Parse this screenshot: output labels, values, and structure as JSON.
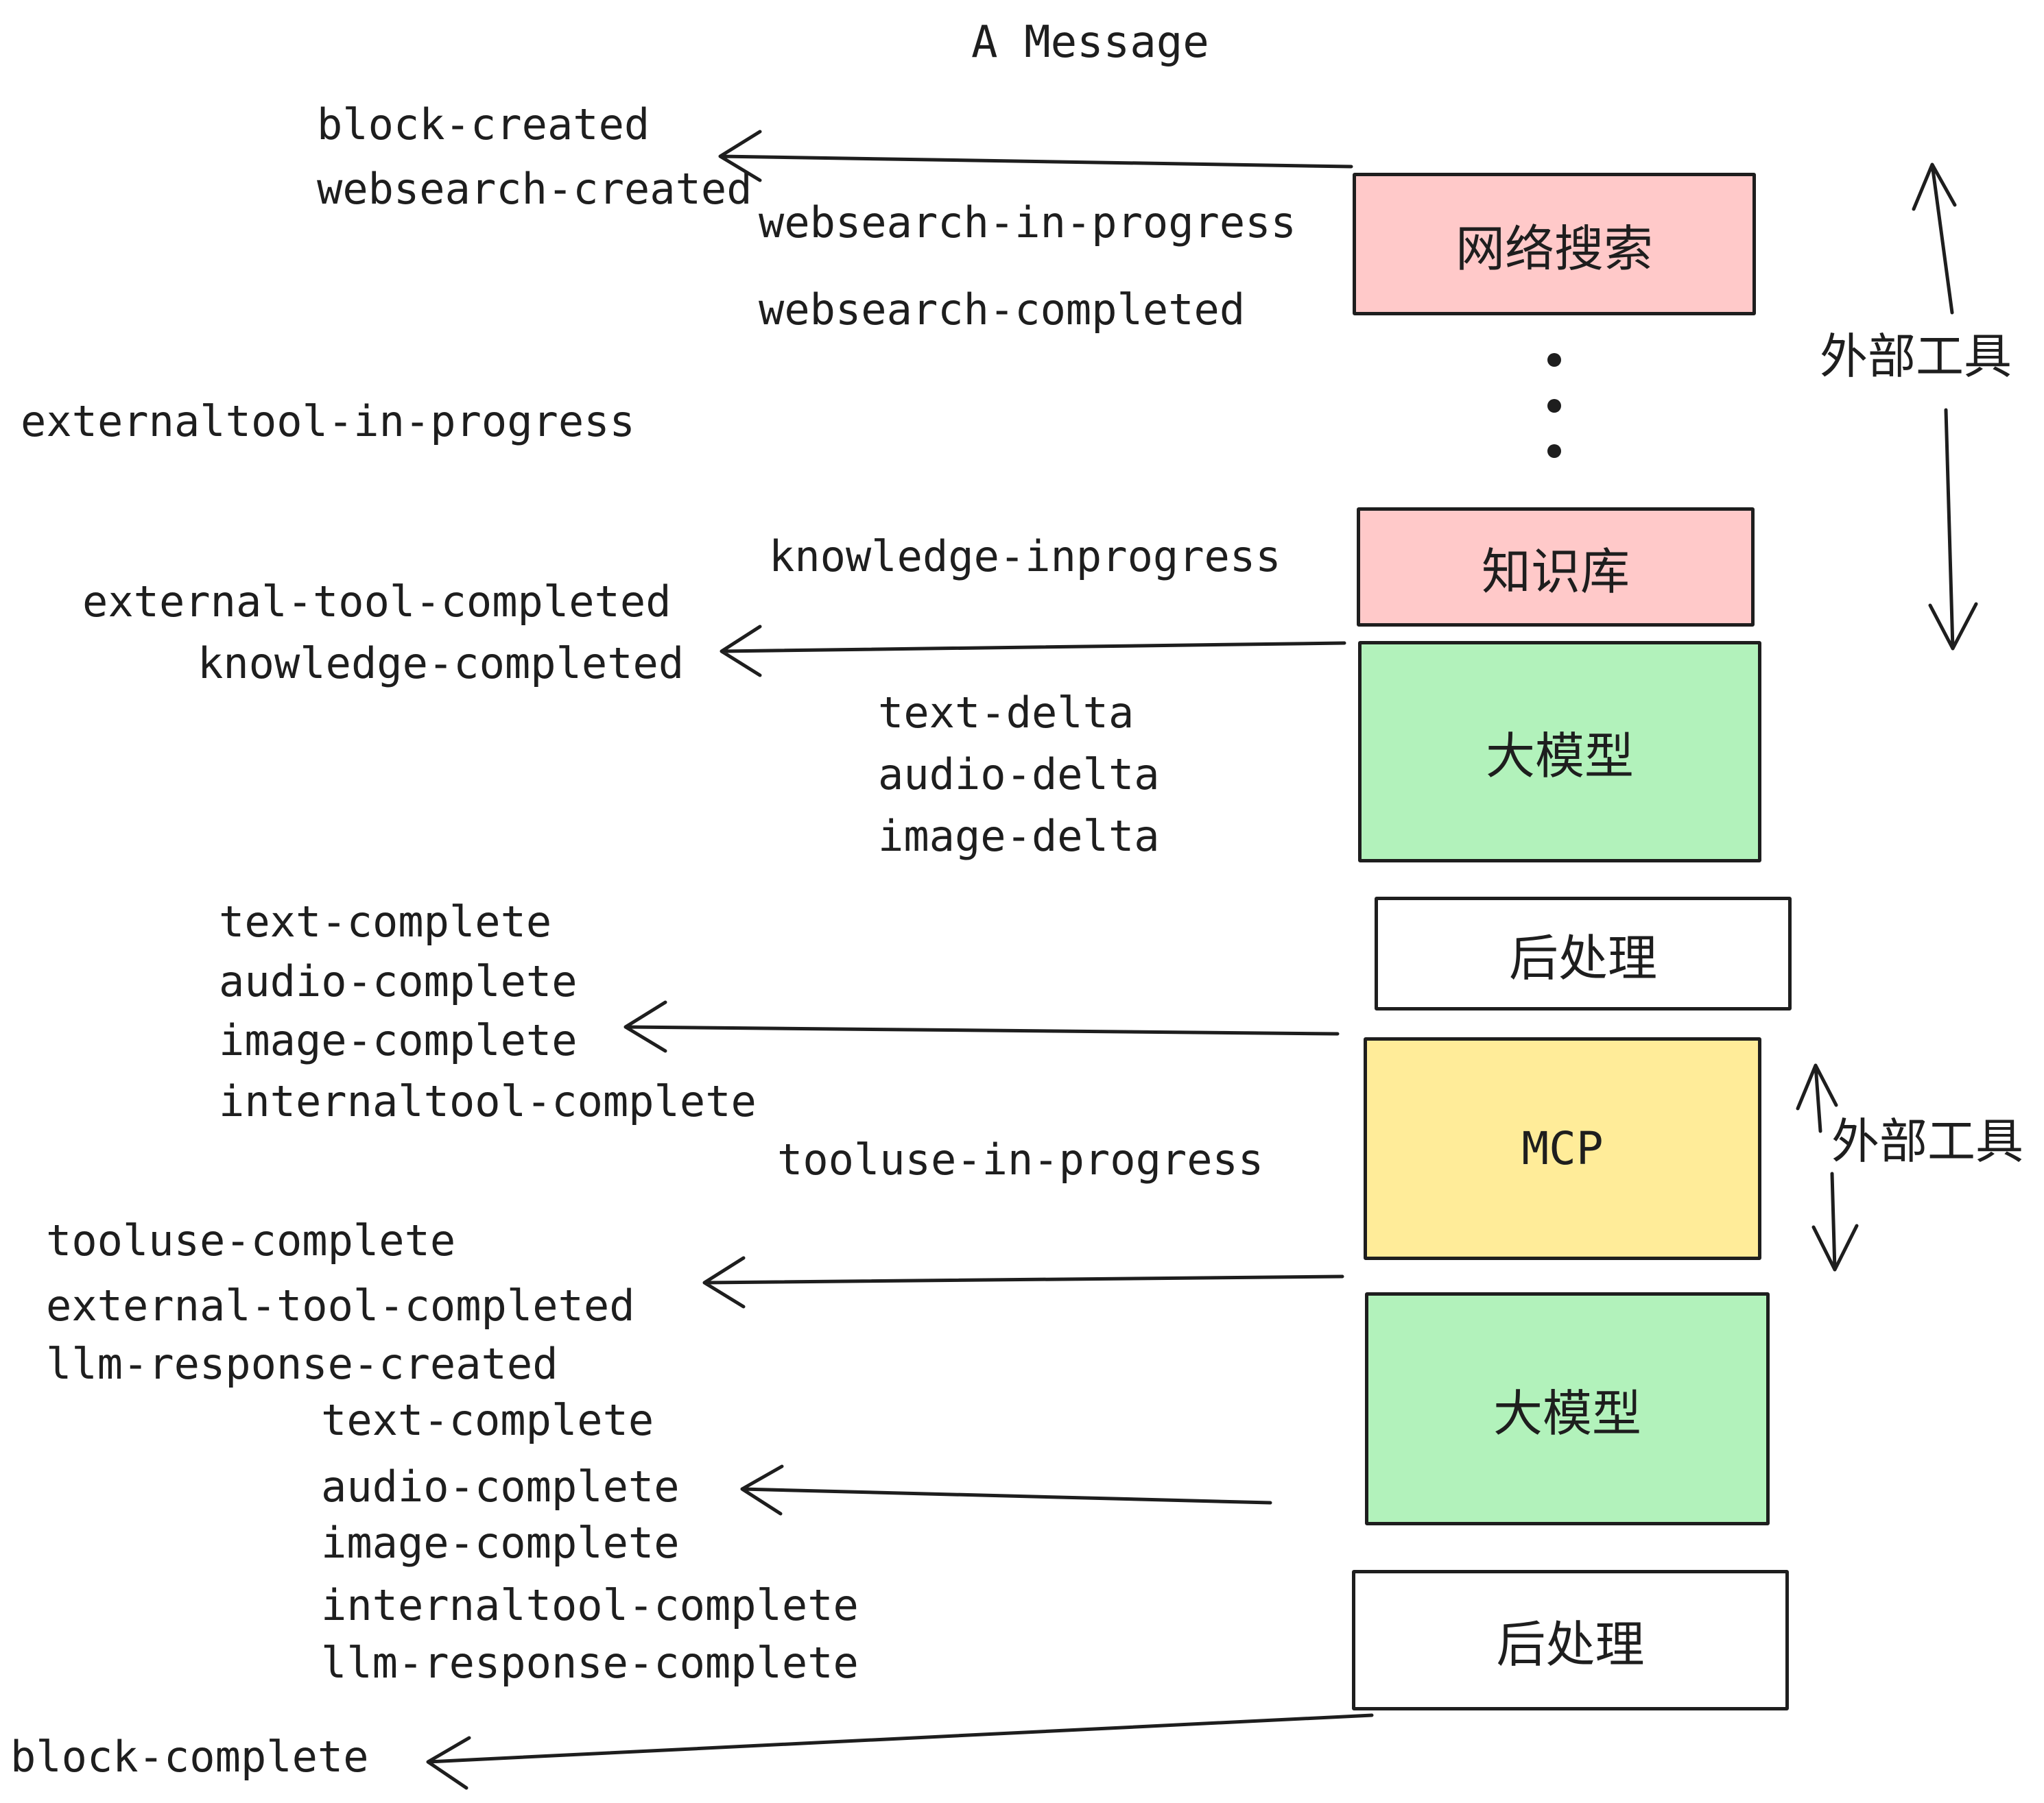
{
  "title": "A Message",
  "colors": {
    "background": "#ffffff",
    "stroke": "#1e1e1e",
    "box_pink": "#ffc9c9",
    "box_green": "#b2f2bb",
    "box_yellow": "#ffec99",
    "box_white": "#ffffff"
  },
  "boxes": [
    {
      "id": "websearch",
      "label": "网络搜索",
      "fill": "#ffc9c9"
    },
    {
      "id": "knowledge",
      "label": "知识库",
      "fill": "#ffc9c9"
    },
    {
      "id": "llm-1",
      "label": "大模型",
      "fill": "#b2f2bb"
    },
    {
      "id": "postprocess-1",
      "label": "后处理",
      "fill": "#ffffff"
    },
    {
      "id": "mcp",
      "label": "MCP",
      "fill": "#ffec99"
    },
    {
      "id": "llm-2",
      "label": "大模型",
      "fill": "#b2f2bb"
    },
    {
      "id": "postprocess-2",
      "label": "后处理",
      "fill": "#ffffff"
    }
  ],
  "side_labels": [
    {
      "id": "external-tools-top",
      "text": "外部工具"
    },
    {
      "id": "external-tools-mcp",
      "text": "外部工具"
    }
  ],
  "events": [
    {
      "text": "block-created"
    },
    {
      "text": "websearch-created"
    },
    {
      "text": "websearch-in-progress"
    },
    {
      "text": "websearch-completed"
    },
    {
      "text": "externaltool-in-progress"
    },
    {
      "text": "knowledge-inprogress"
    },
    {
      "text": "external-tool-completed"
    },
    {
      "text": "knowledge-completed"
    },
    {
      "text": "text-delta"
    },
    {
      "text": "audio-delta"
    },
    {
      "text": "image-delta"
    },
    {
      "text": "text-complete"
    },
    {
      "text": "audio-complete"
    },
    {
      "text": "image-complete"
    },
    {
      "text": "internaltool-complete"
    },
    {
      "text": "tooluse-in-progress"
    },
    {
      "text": "tooluse-complete"
    },
    {
      "text": "external-tool-completed"
    },
    {
      "text": "llm-response-created"
    },
    {
      "text": "text-complete"
    },
    {
      "text": "audio-complete"
    },
    {
      "text": "image-complete"
    },
    {
      "text": "internaltool-complete"
    },
    {
      "text": "llm-response-complete"
    },
    {
      "text": "block-complete"
    }
  ]
}
